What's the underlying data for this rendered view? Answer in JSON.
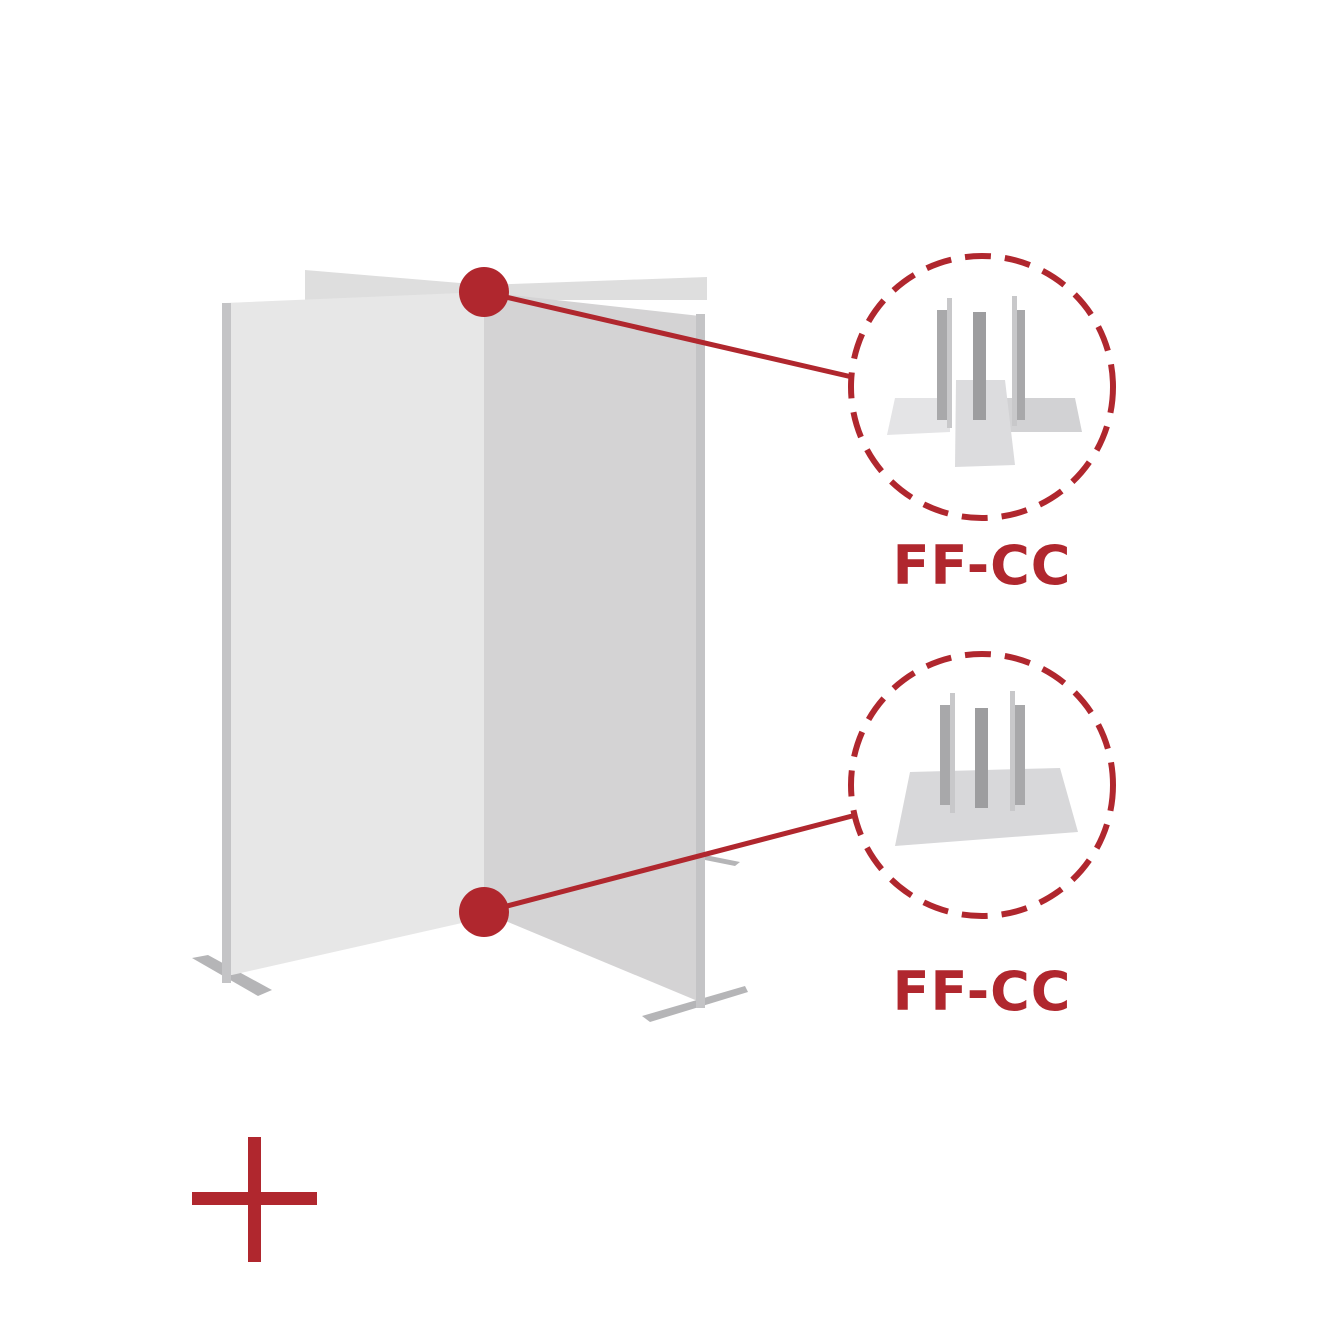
{
  "colors": {
    "accent": "#b0272e",
    "panel_light": "#e7e7e7",
    "panel_dark": "#d4d3d4",
    "frame": "#b9b9bb"
  },
  "callouts": [
    {
      "label": "FF-CC",
      "position": "top"
    },
    {
      "label": "FF-CC",
      "position": "bottom"
    }
  ],
  "icons": {
    "add": "plus-icon"
  }
}
